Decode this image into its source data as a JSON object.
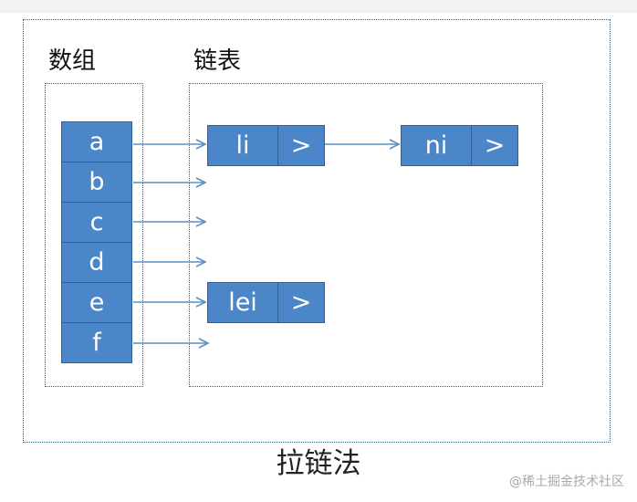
{
  "array": {
    "title": "数组",
    "items": [
      "a",
      "b",
      "c",
      "d",
      "e",
      "f"
    ]
  },
  "list": {
    "title": "链表",
    "nodes": [
      {
        "value": "li",
        "pointer": ">"
      },
      {
        "value": "ni",
        "pointer": ">"
      },
      {
        "value": "lei",
        "pointer": ">"
      }
    ]
  },
  "caption": "拉链法",
  "watermark": "@稀土掘金技术社区",
  "colors": {
    "cell_fill": "#4a86c8",
    "cell_border": "#2f5f94",
    "arrow": "#5b8fc9",
    "frame": "#3a6378"
  }
}
